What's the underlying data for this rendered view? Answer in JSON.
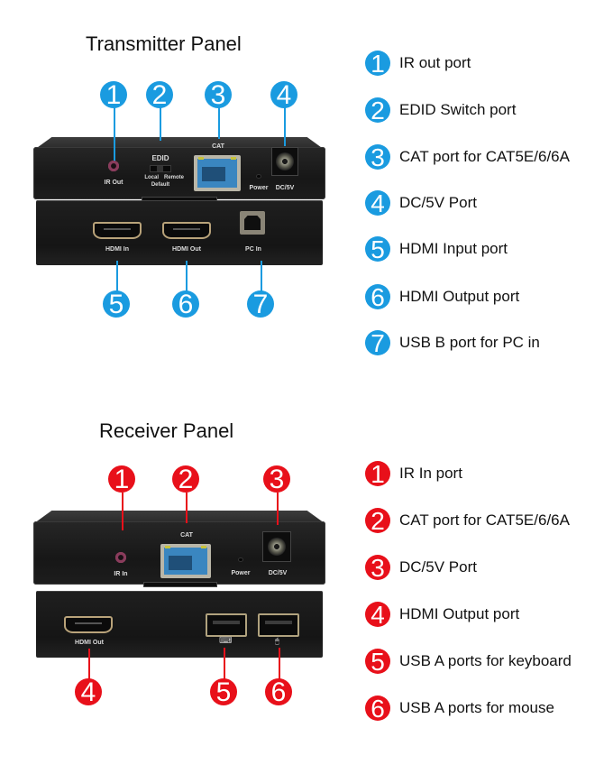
{
  "transmitter": {
    "title": "Transmitter Panel",
    "accent_color": "#1a9be0",
    "device_labels": {
      "ir_out": "IR Out",
      "edid": "EDID",
      "edid_local": "Local",
      "edid_remote": "Remote",
      "edid_default": "Default",
      "cat": "CAT",
      "power": "Power",
      "dc5v": "DC/5V",
      "hdmi_in": "HDMI In",
      "hdmi_out": "HDMI Out",
      "pc_in": "PC In"
    },
    "callouts": [
      "1",
      "2",
      "3",
      "4",
      "5",
      "6",
      "7"
    ],
    "legend": [
      {
        "number": "1",
        "label": "IR out port"
      },
      {
        "number": "2",
        "label": "EDID Switch port"
      },
      {
        "number": "3",
        "label": "CAT port for CAT5E/6/6A"
      },
      {
        "number": "4",
        "label": "DC/5V Port"
      },
      {
        "number": "5",
        "label": "HDMI Input port"
      },
      {
        "number": "6",
        "label": "HDMI Output port"
      },
      {
        "number": "7",
        "label": "USB B port for PC in"
      }
    ]
  },
  "receiver": {
    "title": "Receiver Panel",
    "accent_color": "#e8101a",
    "device_labels": {
      "ir_in": "IR In",
      "cat": "CAT",
      "power": "Power",
      "dc5v": "DC/5V",
      "hdmi_out": "HDMI Out",
      "keyboard_icon": "⌨",
      "mouse_icon": "🖱"
    },
    "callouts": [
      "1",
      "2",
      "3",
      "4",
      "5",
      "6"
    ],
    "legend": [
      {
        "number": "1",
        "label": "IR In port"
      },
      {
        "number": "2",
        "label": "CAT port for CAT5E/6/6A"
      },
      {
        "number": "3",
        "label": "DC/5V Port"
      },
      {
        "number": "4",
        "label": "HDMI Output port"
      },
      {
        "number": "5",
        "label": "USB A ports for keyboard"
      },
      {
        "number": "6",
        "label": "USB A ports for mouse"
      }
    ]
  }
}
